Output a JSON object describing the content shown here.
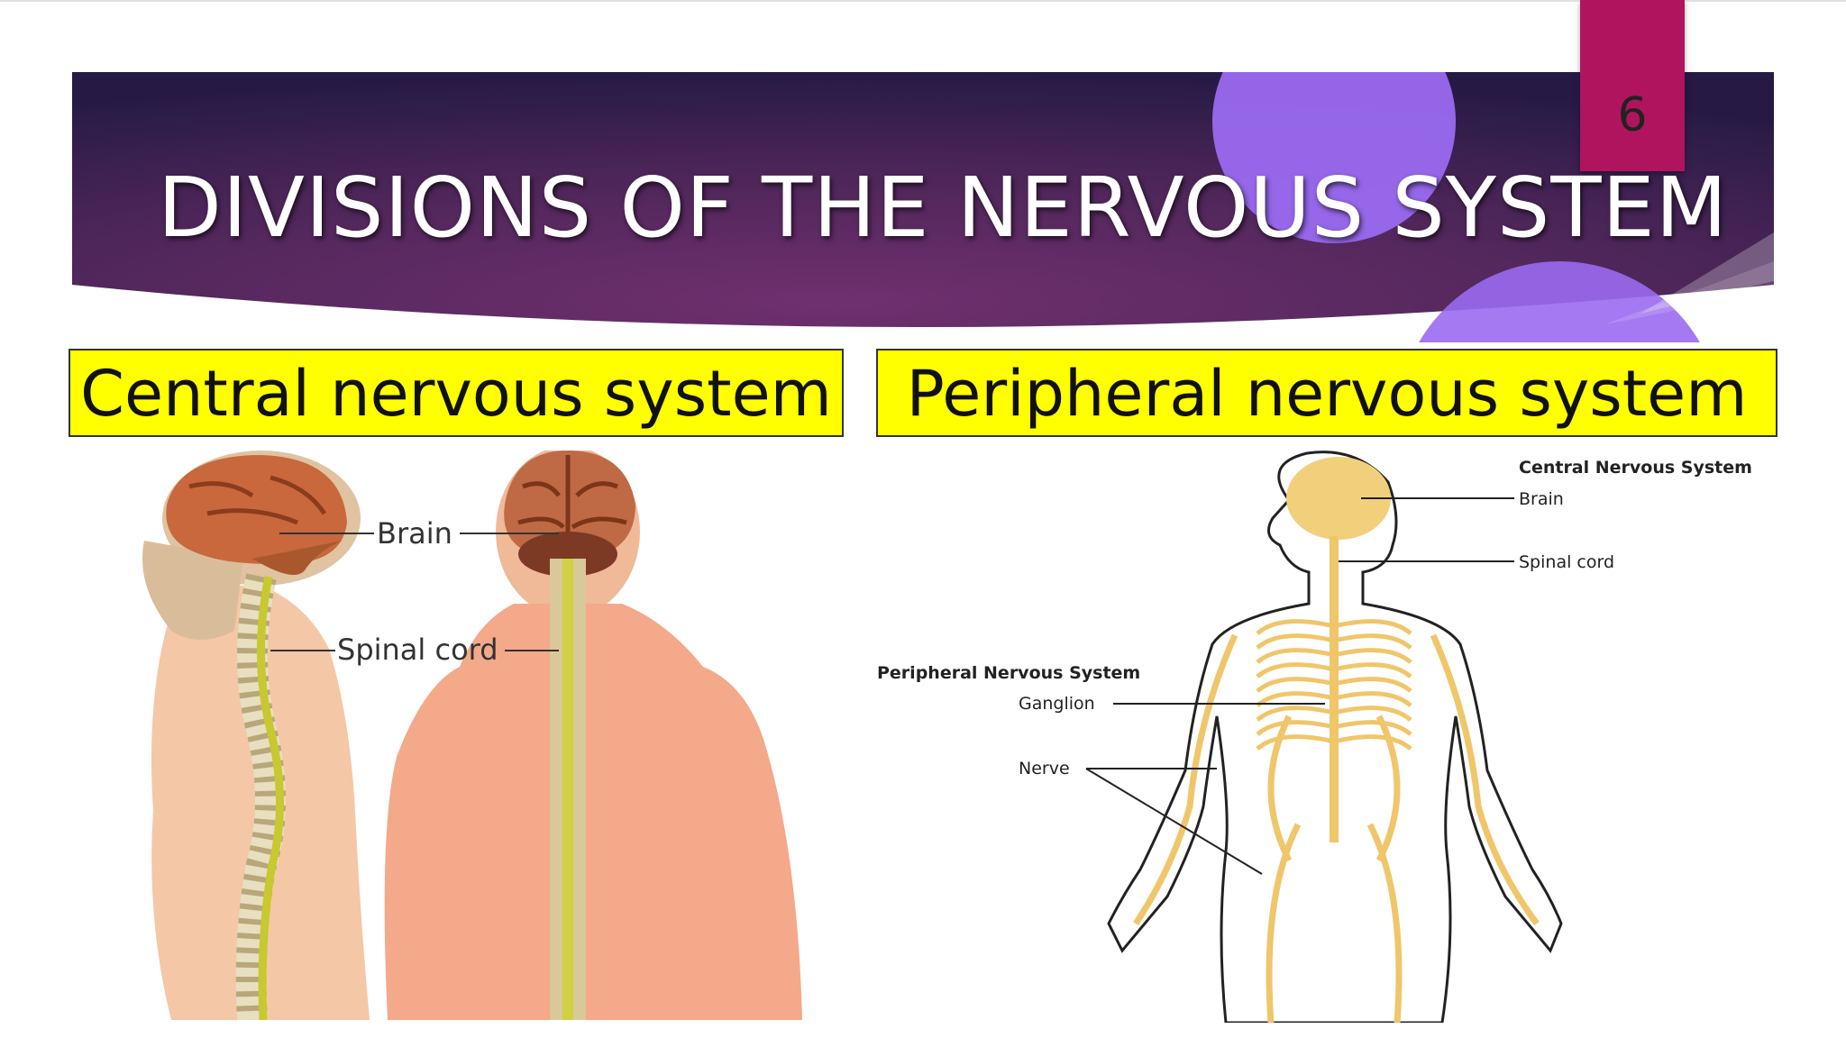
{
  "slide": {
    "page_number": "6",
    "title": "DIVISIONS OF THE NERVOUS SYSTEM",
    "colors": {
      "banner_dark": "#2c1b4a",
      "banner_mid": "#6c2a69",
      "accent_circle": "#9a6af0",
      "page_tab": "#b0145e",
      "label_box": "#ffff00"
    }
  },
  "columns": {
    "left": {
      "heading": "Central nervous system"
    },
    "right": {
      "heading": "Peripheral nervous system"
    }
  },
  "figures": {
    "cns": {
      "brain_label": "Brain",
      "spinal_label": "Spinal cord"
    },
    "pns": {
      "cns_heading": "Central Nervous System",
      "brain_label": "Brain",
      "spinal_label": "Spinal cord",
      "pns_heading": "Peripheral Nervous System",
      "ganglion_label": "Ganglion",
      "nerve_label": "Nerve"
    }
  }
}
